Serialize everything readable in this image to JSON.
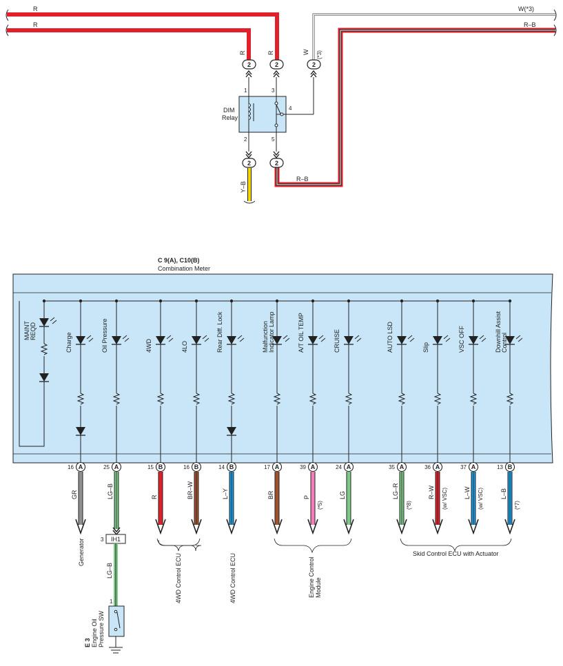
{
  "relay": {
    "wire_top1": "R",
    "wire_top2": "R",
    "wire_w3": "W(*3)",
    "wire_rb_top": "R–B",
    "pin_r1": "R",
    "pin_r2": "R",
    "pin_w": "W",
    "pin_w_note": "(*3)",
    "conn": "2",
    "name1": "DIM",
    "name2": "Relay",
    "p1": "1",
    "p2": "2",
    "p3": "3",
    "p4": "4",
    "p5": "5",
    "wire_yb": "Y–B",
    "wire_rb_bot": "R–B"
  },
  "meter": {
    "title1": "C 9(A), C10(B)",
    "title2": "Combination Meter",
    "lamps": [
      {
        "label": "MAINT",
        "label2": "REQD"
      },
      {
        "label": "Charge"
      },
      {
        "label": "Oil Pressure"
      },
      {
        "label": "4WD"
      },
      {
        "label": "4LO"
      },
      {
        "label": "Rear Diff. Lock"
      },
      {
        "label": "Malfunction",
        "label2": "Indicator Lamp"
      },
      {
        "label": "A/T OIL TEMP"
      },
      {
        "label": "CRUISE"
      },
      {
        "label": "AUTO LSD"
      },
      {
        "label": "Slip"
      },
      {
        "label": "VSC OFF"
      },
      {
        "label": "Downhill Assist",
        "label2": "Control"
      }
    ],
    "terminals": [
      {
        "pin": "16",
        "conn": "A",
        "wire": "GR",
        "note": "",
        "color": "#909090"
      },
      {
        "pin": "25",
        "conn": "A",
        "wire": "LG–B",
        "note": "",
        "color": "#7ec98a"
      },
      {
        "pin": "15",
        "conn": "B",
        "wire": "R",
        "note": "",
        "color": "#e0202a"
      },
      {
        "pin": "16",
        "conn": "B",
        "wire": "BR–W",
        "note": "",
        "color": "#a0522d"
      },
      {
        "pin": "14",
        "conn": "B",
        "wire": "L–Y",
        "note": "",
        "color": "#1e9be0"
      },
      {
        "pin": "17",
        "conn": "A",
        "wire": "BR",
        "note": "",
        "color": "#a0522d"
      },
      {
        "pin": "39",
        "conn": "A",
        "wire": "P",
        "note": "(*5)",
        "color": "#f27eb8"
      },
      {
        "pin": "24",
        "conn": "A",
        "wire": "LG",
        "note": "",
        "color": "#7ec98a"
      },
      {
        "pin": "35",
        "conn": "A",
        "wire": "LG–R",
        "note": "(*8)",
        "color": "#7ec98a"
      },
      {
        "pin": "36",
        "conn": "A",
        "wire": "R–W",
        "note": "(w/ VSC)",
        "color": "#e0202a"
      },
      {
        "pin": "37",
        "conn": "A",
        "wire": "L–W",
        "note": "(w/ VSC)",
        "color": "#1e9be0"
      },
      {
        "pin": "13",
        "conn": "B",
        "wire": "L–B",
        "note": "(*7)",
        "color": "#1e9be0"
      }
    ]
  },
  "dest": {
    "generator": "Generator",
    "ecu_4wd_1": "4WD Control ECU",
    "ecu_4wd_2": "4WD Control ECU",
    "ecm1": "Engine Control",
    "ecm2": "Module",
    "skid": "Skid Control ECU with Actuator"
  },
  "ih": {
    "pin": "3",
    "name": "IH1",
    "wire": "LG–B"
  },
  "e3": {
    "code": "E 3",
    "name1": "Engine Oil",
    "name2": "Pressure SW",
    "pin": "1"
  },
  "colors": {
    "red": "#e0202a",
    "yellow": "#f0d800",
    "panel": "#c8e6f7"
  }
}
